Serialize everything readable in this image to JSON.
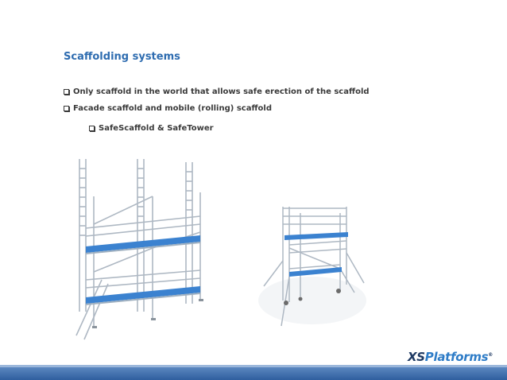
{
  "slide": {
    "title": "Scaffolding systems",
    "bullets": [
      "Only scaffold in the world that allows safe erection of the scaffold",
      "Facade scaffold and mobile (rolling) scaffold",
      "SafeScaffold & SafeTower"
    ]
  },
  "logo": {
    "xs": "XS",
    "platforms": "Platforms",
    "reg": "®"
  },
  "colors": {
    "title": "#2e6cb0",
    "accent": "#2f5e9e",
    "deck": "#3b82d0",
    "metal": "#b9c2cc"
  }
}
